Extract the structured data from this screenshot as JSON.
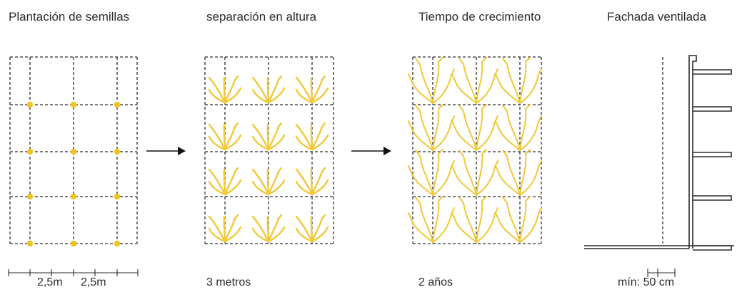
{
  "panels": [
    {
      "title": "Plantación de semillas",
      "caption_a": "2,5m",
      "caption_b": "2,5m"
    },
    {
      "title": "separación en altura",
      "caption": "3 metros"
    },
    {
      "title": "Tiempo de crecimiento",
      "caption": "2 años"
    },
    {
      "title": "Fachada ventilada",
      "caption": "mín: 50 cm"
    }
  ],
  "colors": {
    "seed": "#f0c419",
    "plant": "#f0c838",
    "line": "#2b2b2b",
    "arrow": "#111111"
  },
  "icons": [
    "arrow-right-icon",
    "plant-sprout-icon",
    "seed-dot-icon",
    "facade-section-icon"
  ]
}
